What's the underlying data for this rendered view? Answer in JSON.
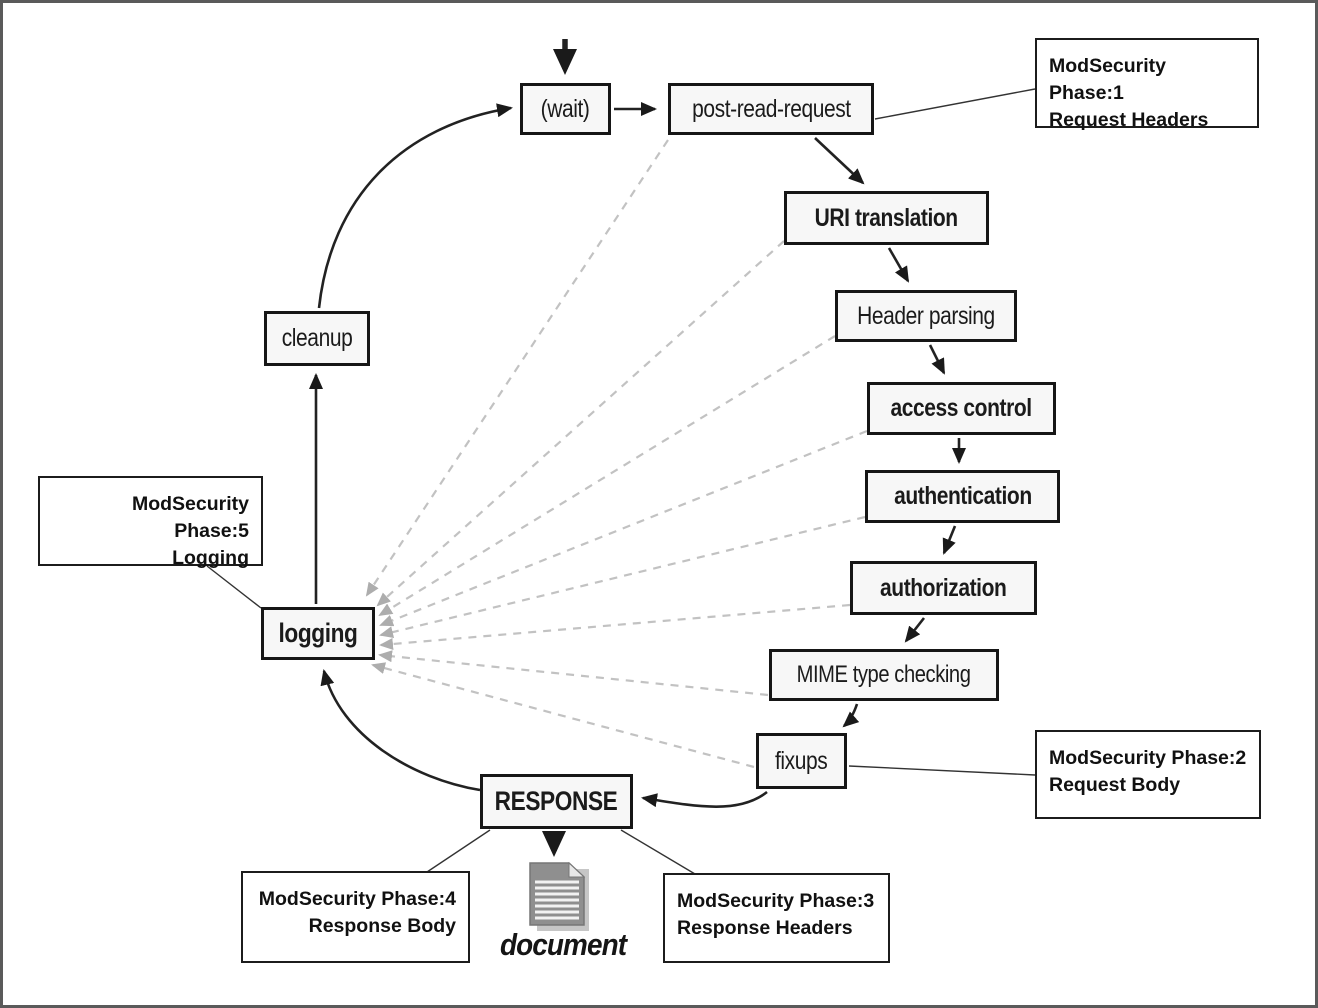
{
  "diagram": {
    "nodes": {
      "wait": "(wait)",
      "post_read_request": "post-read-request",
      "uri_translation": "URI translation",
      "header_parsing": "Header parsing",
      "access_control": "access control",
      "authentication": "authentication",
      "authorization": "authorization",
      "mime_type_checking": "MIME type checking",
      "fixups": "fixups",
      "response": "RESPONSE",
      "logging": "logging",
      "cleanup": "cleanup",
      "document_label": "document"
    },
    "annotations": {
      "phase1": {
        "line1": "ModSecurity Phase:1",
        "line2": "Request Headers"
      },
      "phase2": {
        "line1": "ModSecurity Phase:2",
        "line2": "Request Body"
      },
      "phase3": {
        "line1": "ModSecurity Phase:3",
        "line2": "Response Headers"
      },
      "phase4": {
        "line1": "ModSecurity Phase:4",
        "line2": "Response Body"
      },
      "phase5": {
        "line1": "ModSecurity Phase:5",
        "line2": "Logging"
      }
    },
    "colors": {
      "node_border": "#161616",
      "node_fill": "#f7f7f7",
      "solid_arrow": "#222222",
      "dashed_line": "#c2c2c2",
      "dashed_arrowhead": "#adadad",
      "outer_border": "#5a5a5a"
    }
  }
}
